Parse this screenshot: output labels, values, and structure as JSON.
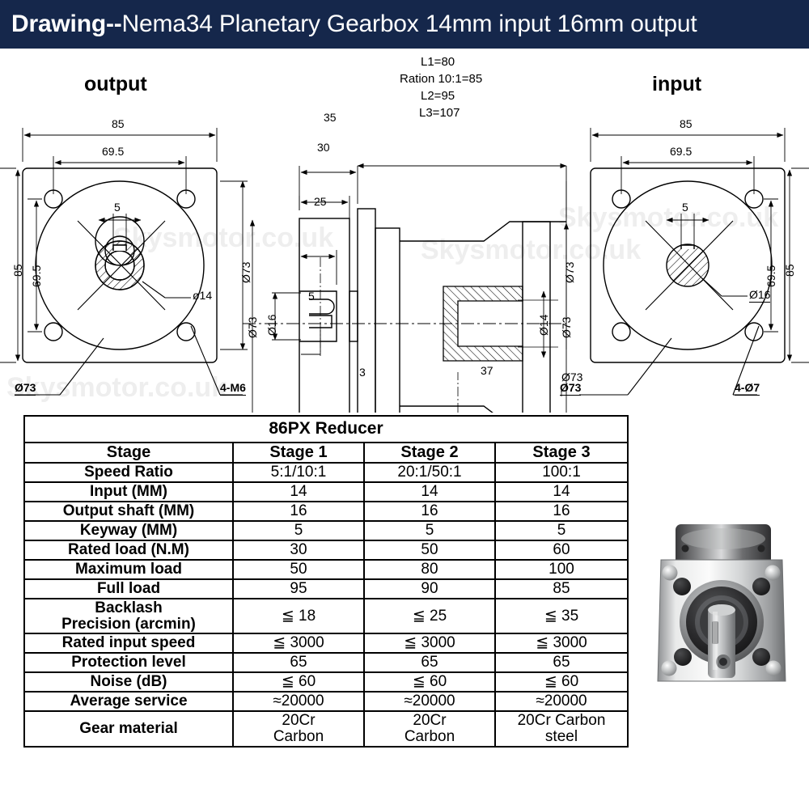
{
  "header": {
    "title_bold": "Drawing--",
    "title_rest": "Nema34 Planetary Gearbox 14mm input 16mm output",
    "background_color": "#15274b",
    "text_color": "#ffffff"
  },
  "watermark": {
    "text": "Skysmotor.co.uk"
  },
  "drawings": {
    "left_view": {
      "title": "output",
      "dims": {
        "width_outer": "85",
        "width_inner": "69.5",
        "height_outer": "85",
        "height_inner": "69.5",
        "keyway": "5",
        "bore": "ø14",
        "pilot": "Ø73",
        "pilot_right": "Ø73",
        "holes": "4-M6"
      }
    },
    "center_view": {
      "notes": [
        "L1=80",
        "Ration 10:1=85",
        "L2=95",
        "L3=107"
      ],
      "dims": {
        "d35": "35",
        "d30": "30",
        "d25": "25",
        "shaft_dia": "Ø16",
        "keyway": "5",
        "pilot_left": "Ø73",
        "bore": "Ø14",
        "pilot_right": "Ø73",
        "d3": "3",
        "d37": "37"
      }
    },
    "right_view": {
      "title": "input",
      "dims": {
        "width_outer": "85",
        "width_inner": "69.5",
        "height_outer": "85",
        "height_inner": "69.5",
        "keyway": "5",
        "bore": "Ø16",
        "pilot": "Ø73",
        "pilot_left": "Ø73",
        "holes": "4-Ø7"
      }
    }
  },
  "spec_table": {
    "title": "86PX Reducer",
    "columns": [
      "Stage",
      "Stage 1",
      "Stage 2",
      "Stage 3"
    ],
    "rows": [
      {
        "label": "Speed Ratio",
        "values": [
          "5:1/10:1",
          "20:1/50:1",
          "100:1"
        ]
      },
      {
        "label": "Input  (MM)",
        "values": [
          "14",
          "14",
          "14"
        ]
      },
      {
        "label": "Output shaft (MM)",
        "values": [
          "16",
          "16",
          "16"
        ]
      },
      {
        "label": "Keyway (MM)",
        "values": [
          "5",
          "5",
          "5"
        ]
      },
      {
        "label": "Rated load (N.M)",
        "values": [
          "30",
          "50",
          "60"
        ]
      },
      {
        "label": "Maximum load",
        "values": [
          "50",
          "80",
          "100"
        ]
      },
      {
        "label": "Full load",
        "values": [
          "95",
          "90",
          "85"
        ]
      },
      {
        "label": "Backlash\nPrecision (arcmin)",
        "values": [
          "≦ 18",
          "≦ 25",
          "≦ 35"
        ]
      },
      {
        "label": "Rated input speed",
        "values": [
          "≦ 3000",
          "≦ 3000",
          "≦ 3000"
        ]
      },
      {
        "label": "Protection level",
        "values": [
          "65",
          "65",
          "65"
        ]
      },
      {
        "label": "Noise (dB)",
        "values": [
          "≦ 60",
          "≦ 60",
          "≦ 60"
        ]
      },
      {
        "label": "Average service",
        "values": [
          "≈20000",
          "≈20000",
          "≈20000"
        ]
      },
      {
        "label": "Gear material",
        "values": [
          "20Cr\nCarbon",
          "20Cr\nCarbon",
          "20Cr Carbon\nsteel"
        ]
      }
    ]
  },
  "product_photo": {
    "alt": "planetary-gearbox-front-face"
  }
}
